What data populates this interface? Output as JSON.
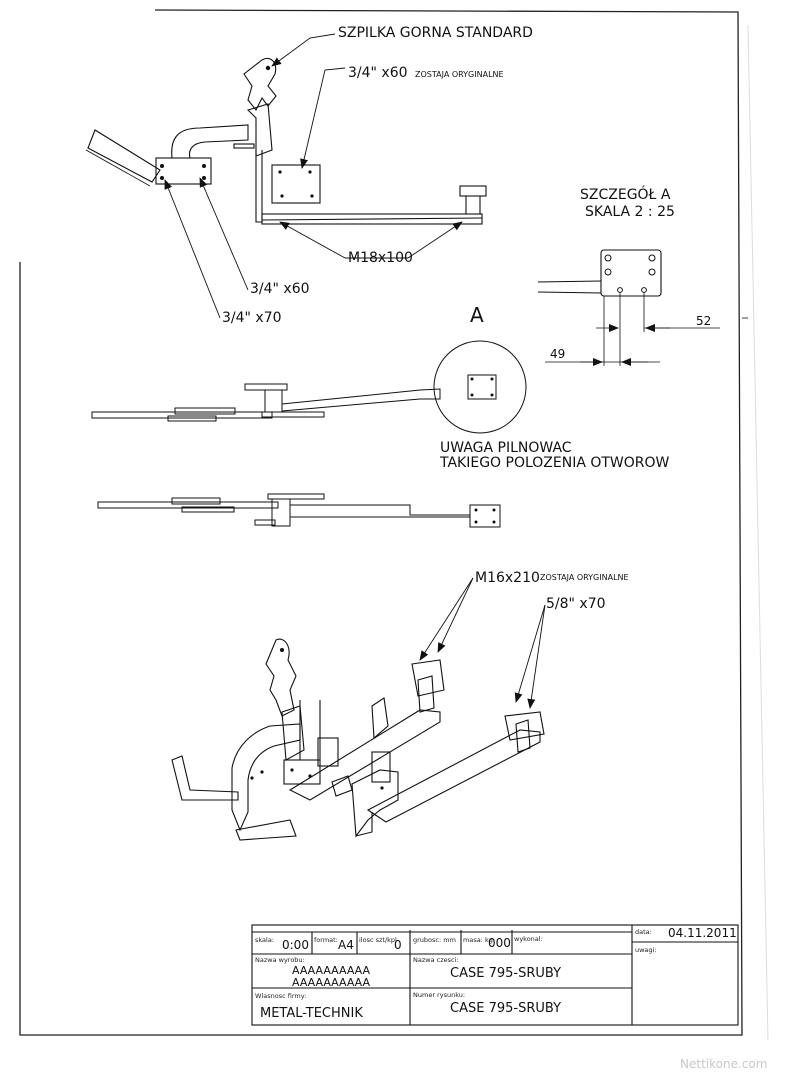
{
  "callouts": {
    "szpilka": "SZPILKA GORNA STANDARD",
    "bolt_top_34x60": "3/4\" x60",
    "bolt_top_note": "ZOSTAJA ORYGINALNE",
    "bolt_m18": "M18x100",
    "bolt_34x60": "3/4\" x60",
    "bolt_34x70": "3/4\" x70",
    "bolt_m16": "M16x210",
    "bolt_m16_note": "ZOSTAJA ORYGINALNE",
    "bolt_58x70": "5/8\" x70"
  },
  "detail": {
    "line1": "SZCZEGÓŁ A",
    "line2": "SKALA 2 : 25",
    "marker": "A",
    "dim_52": "52",
    "dim_49": "49"
  },
  "note": {
    "line1": "UWAGA PILNOWAC",
    "line2": "TAKIEGO POLOZENIA OTWOROW"
  },
  "title_block": {
    "skala_label": "skala:",
    "skala_value": "0:00",
    "format_label": "format:",
    "format_value": "A4",
    "ilosc_label": "ilosc szt/kpl",
    "ilosc_value": "0",
    "grubosc_label": "grubosc: mm",
    "masa_label": "masa: kg",
    "masa_value": "000",
    "wykonal_label": "wykonal:",
    "data_label": "data:",
    "data_value": "04.11.2011",
    "uwagi_label": "uwagi:",
    "nazwa_wyrobu_label": "Nazwa wyrobu:",
    "nazwa_wyrobu_line1": "AAAAAAAAAA",
    "nazwa_wyrobu_line2": "AAAAAAAAAA",
    "nazwa_czesci_label": "Nazwa czesci:",
    "nazwa_czesci_value": "CASE 795-SRUBY",
    "wlasnosc_label": "Wlasnosc firmy:",
    "wlasnosc_value": "METAL-TECHNIK",
    "numer_label": "Numer rysunku:",
    "numer_value": "CASE 795-SRUBY"
  },
  "watermark": "Nettikone.com"
}
